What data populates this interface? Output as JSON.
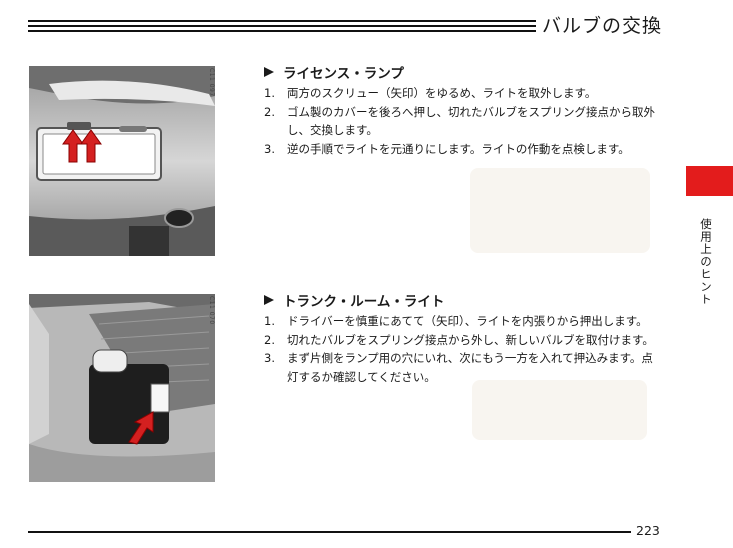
{
  "header": {
    "title": "バルブの交換"
  },
  "figures": [
    {
      "code": "C11 097"
    },
    {
      "code": "C11 070"
    }
  ],
  "sections": [
    {
      "title": "ライセンス・ランプ",
      "steps": [
        {
          "num": "1.",
          "text": "両方のスクリュー（矢印）をゆるめ、ライトを取外します。"
        },
        {
          "num": "2.",
          "text": "ゴム製のカバーを後ろへ押し、切れたバルブをスプリング接点から取外し、交換します。"
        },
        {
          "num": "3.",
          "text": "逆の手順でライトを元通りにします。ライトの作動を点検します。"
        }
      ]
    },
    {
      "title": "トランク・ルーム・ライト",
      "steps": [
        {
          "num": "1.",
          "text": "ドライバーを慎重にあてて（矢印）、ライトを内張りから押出します。"
        },
        {
          "num": "2.",
          "text": "切れたバルブをスプリング接点から外し、新しいバルブを取付けます。"
        },
        {
          "num": "3.",
          "text": "まず片側をランプ用の穴にいれ、次にもう一方を入れて押込みます。点灯するか確認してください。"
        }
      ]
    }
  ],
  "side_tab": {
    "label": "使用上のヒント",
    "color": "#e31c1c"
  },
  "footer": {
    "page_number": "223"
  }
}
